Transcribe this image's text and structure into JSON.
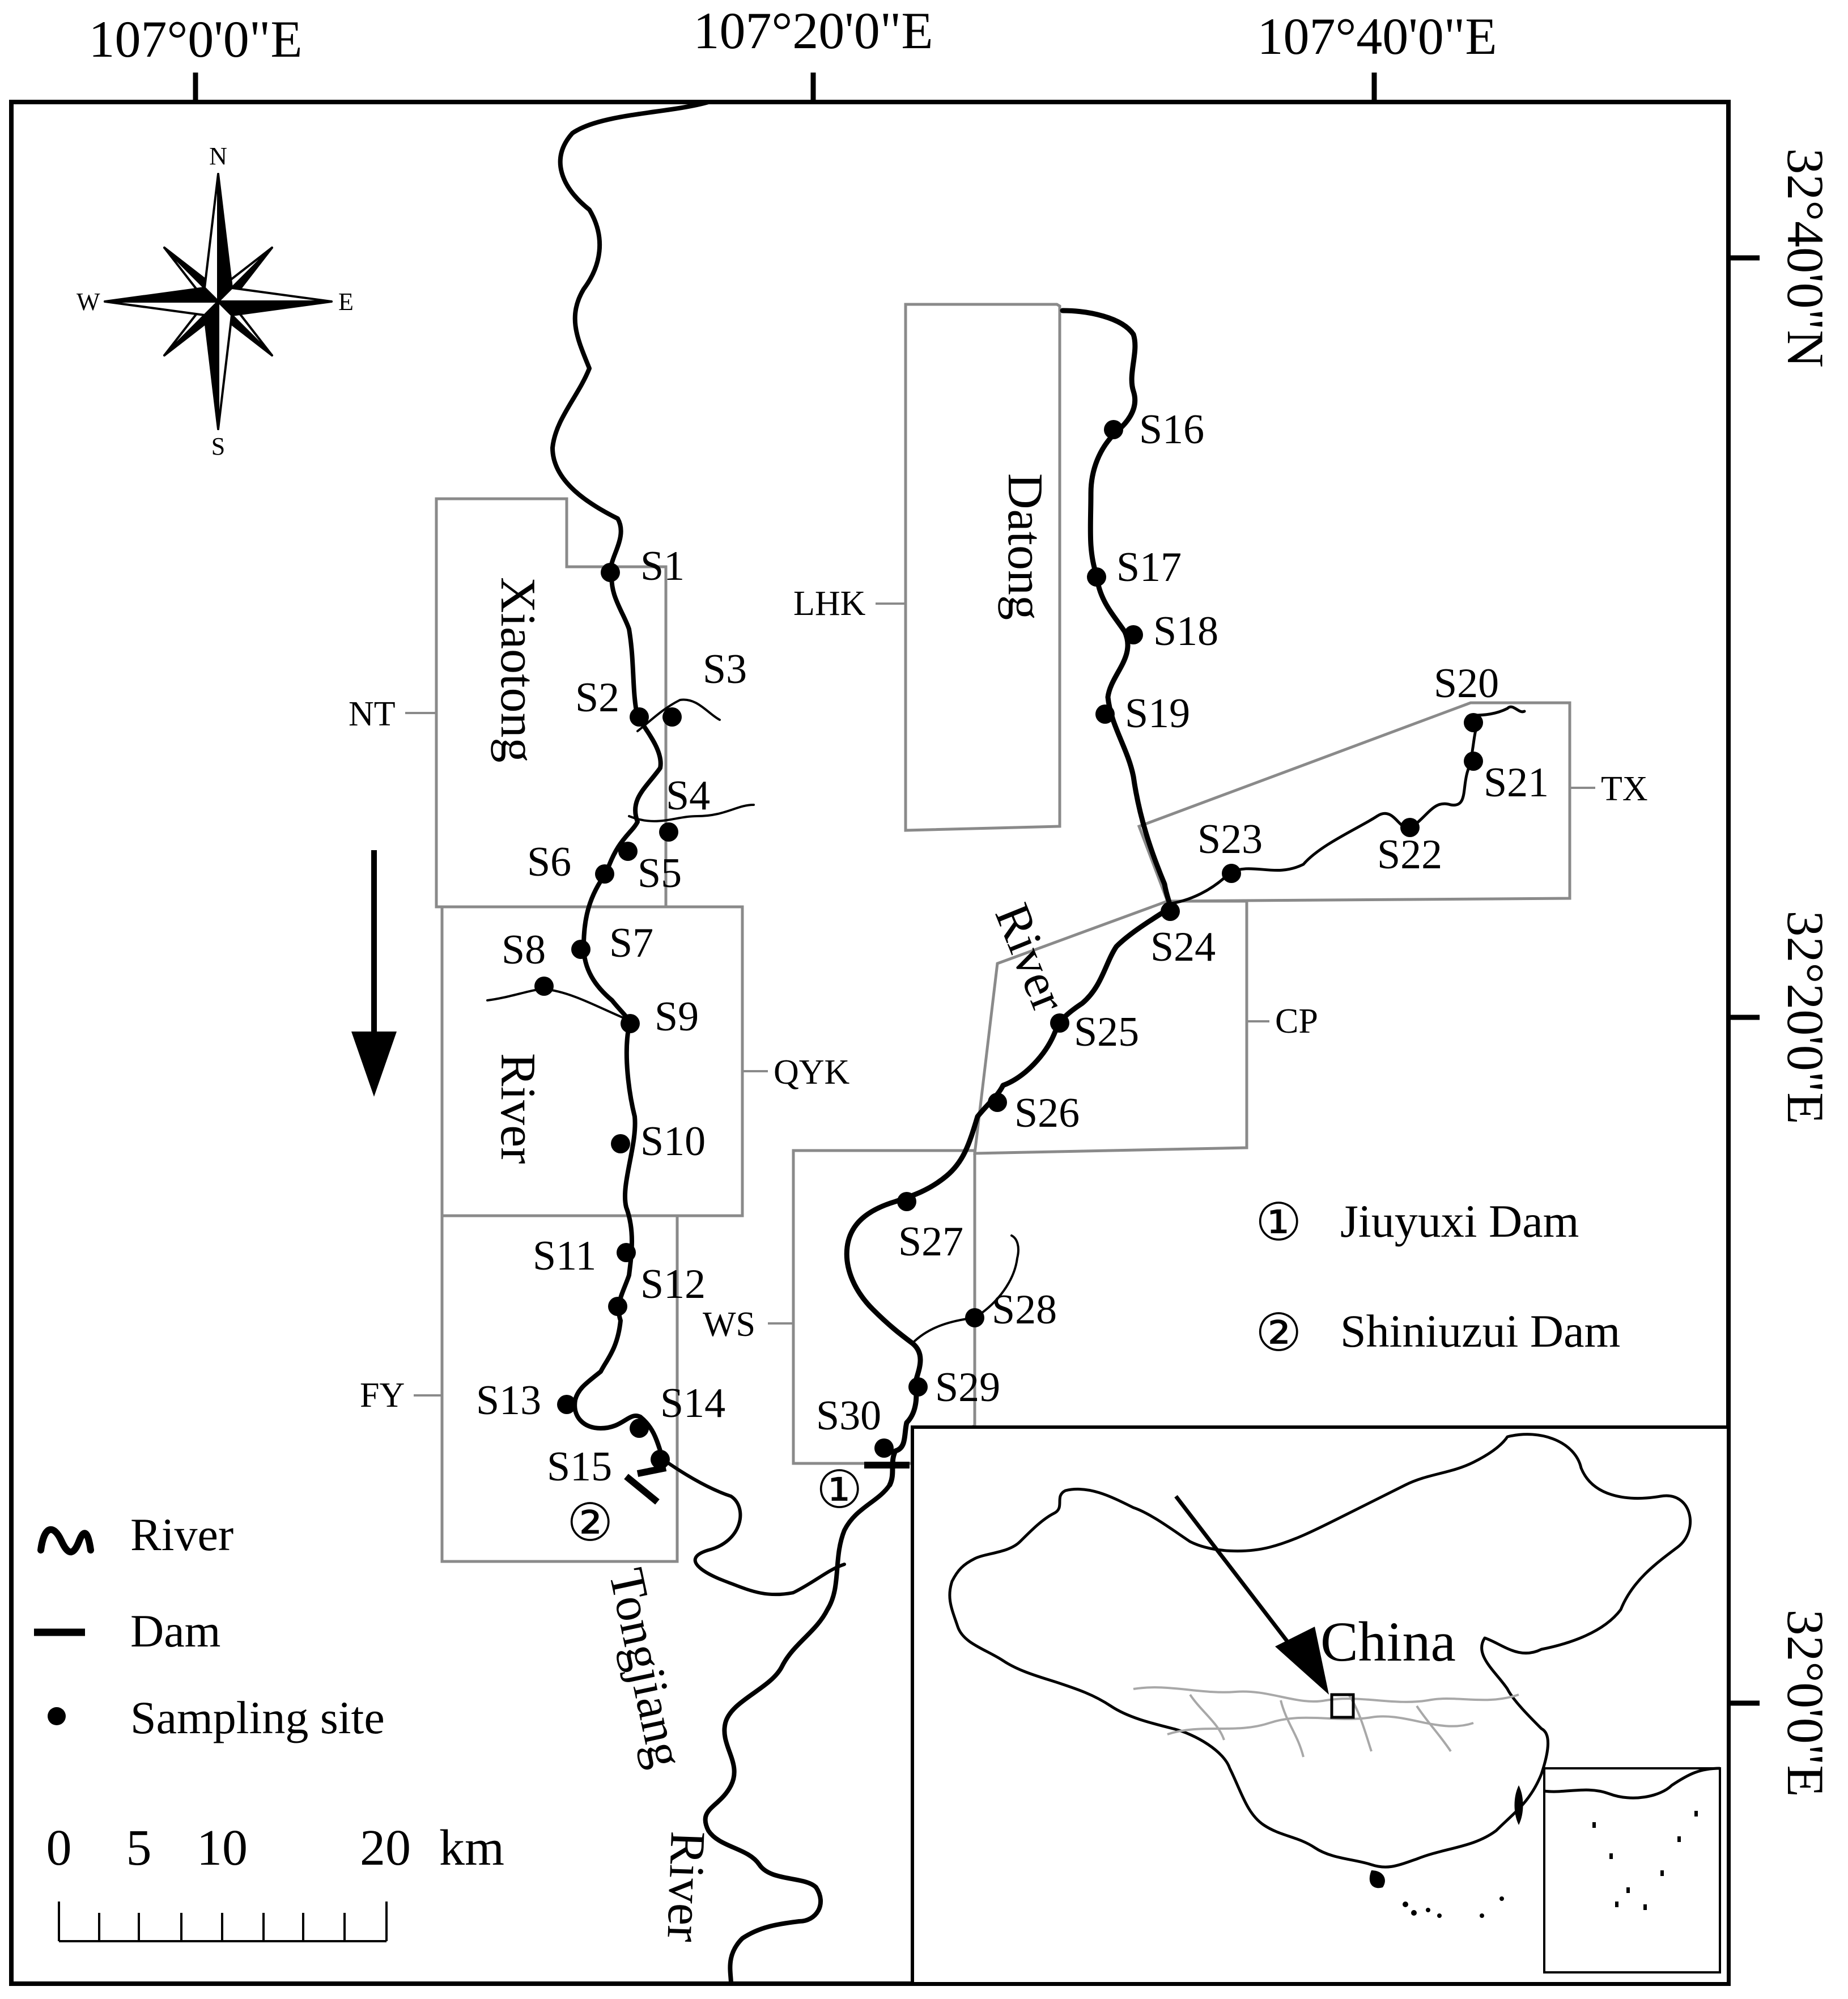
{
  "axes": {
    "top_longitudes": [
      "107°0'0\"E",
      "107°20'0\"E",
      "107°40'0\"E"
    ],
    "right_latitudes": [
      "32°40'0\"N",
      "32°20'0\"E",
      "32°0'0\"E"
    ]
  },
  "compass": {
    "n": "N",
    "s": "S",
    "e": "E",
    "w": "W"
  },
  "rivers": {
    "xiaotong": "Xiaotong",
    "xiaotong_river": "River",
    "datong": "Datong",
    "datong_river": "River",
    "tongjiang": "Tongjiang",
    "tongjiang_river": "River"
  },
  "regions": [
    "NT",
    "QYK",
    "FY",
    "LHK",
    "TX",
    "CP",
    "WS"
  ],
  "sites": [
    "S1",
    "S2",
    "S3",
    "S4",
    "S5",
    "S6",
    "S7",
    "S8",
    "S9",
    "S10",
    "S11",
    "S12",
    "S13",
    "S14",
    "S15",
    "S16",
    "S17",
    "S18",
    "S19",
    "S20",
    "S21",
    "S22",
    "S23",
    "S24",
    "S25",
    "S26",
    "S27",
    "S28",
    "S29",
    "S30"
  ],
  "dam_markers": {
    "d1": "①",
    "d2": "②"
  },
  "dams_legend": [
    {
      "num": "①",
      "name": "Jiuyuxi Dam"
    },
    {
      "num": "②",
      "name": "Shiniuzui Dam"
    }
  ],
  "legend": {
    "river": "River",
    "dam": "Dam",
    "site": "Sampling site"
  },
  "scalebar": {
    "labels": [
      "0",
      "5",
      "10",
      "20"
    ],
    "unit": "km"
  },
  "inset": {
    "country": "China"
  }
}
